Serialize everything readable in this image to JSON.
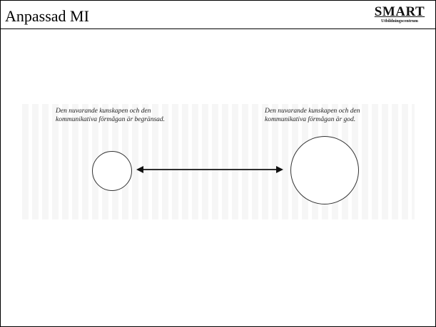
{
  "header": {
    "title": "Anpassad MI",
    "logo_main": "SMART",
    "logo_sub": "Utbildningscentrum"
  },
  "diagram": {
    "left_caption_line1": "Den nuvarande kunskapen och den",
    "left_caption_line2": "kommunikativa förmågan är begränsad.",
    "right_caption_line1": "Den nuvarande kunskapen och den",
    "right_caption_line2": "kommunikativa förmågan är god."
  },
  "colors": {
    "border": "#000000",
    "stroke": "#333333",
    "background": "#ffffff"
  }
}
